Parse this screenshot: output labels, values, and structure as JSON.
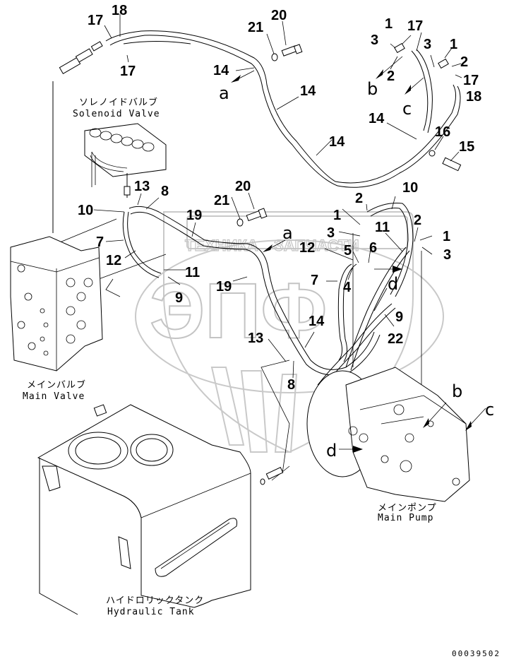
{
  "diagram": {
    "title": "Hydraulic piping diagram (solenoid valve, main valve, main pump, hydraulic tank)",
    "drawing_code": "00039502",
    "watermark": {
      "logo_text": "ЭПФ",
      "left_text": "ТЕХНИКА",
      "right_text": "ЗАПЧАСТИ",
      "color": "#c4c4c4"
    },
    "components": [
      {
        "id": "solenoid-valve",
        "label_jp": "ソレノイドバルブ",
        "label_en": "Solenoid Valve"
      },
      {
        "id": "main-valve",
        "label_jp": "メインバルブ",
        "label_en": "Main Valve"
      },
      {
        "id": "main-pump",
        "label_jp": "メインポンプ",
        "label_en": "Main Pump"
      },
      {
        "id": "hydraulic-tank",
        "label_jp": "ハイドロリックタンク",
        "label_en": "Hydraulic Tank"
      }
    ],
    "view_letters": [
      "a",
      "a",
      "b",
      "b",
      "c",
      "c",
      "d",
      "d"
    ],
    "callouts": [
      {
        "n": "17"
      },
      {
        "n": "18"
      },
      {
        "n": "17"
      },
      {
        "n": "21"
      },
      {
        "n": "20"
      },
      {
        "n": "14"
      },
      {
        "n": "14"
      },
      {
        "n": "14"
      },
      {
        "n": "14"
      },
      {
        "n": "3"
      },
      {
        "n": "1"
      },
      {
        "n": "17"
      },
      {
        "n": "2"
      },
      {
        "n": "3"
      },
      {
        "n": "1"
      },
      {
        "n": "2"
      },
      {
        "n": "17"
      },
      {
        "n": "18"
      },
      {
        "n": "16"
      },
      {
        "n": "15"
      },
      {
        "n": "13"
      },
      {
        "n": "8"
      },
      {
        "n": "10"
      },
      {
        "n": "21"
      },
      {
        "n": "20"
      },
      {
        "n": "19"
      },
      {
        "n": "7"
      },
      {
        "n": "12"
      },
      {
        "n": "11"
      },
      {
        "n": "9"
      },
      {
        "n": "19"
      },
      {
        "n": "13"
      },
      {
        "n": "14"
      },
      {
        "n": "8"
      },
      {
        "n": "2"
      },
      {
        "n": "10"
      },
      {
        "n": "1"
      },
      {
        "n": "3"
      },
      {
        "n": "11"
      },
      {
        "n": "2"
      },
      {
        "n": "1"
      },
      {
        "n": "12"
      },
      {
        "n": "5"
      },
      {
        "n": "6"
      },
      {
        "n": "3"
      },
      {
        "n": "7"
      },
      {
        "n": "4"
      },
      {
        "n": "9"
      },
      {
        "n": "22"
      }
    ]
  }
}
